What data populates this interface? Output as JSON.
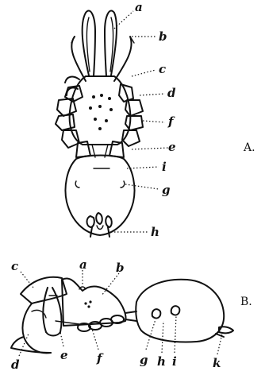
{
  "figure_a": {
    "label": "A.",
    "callouts": [
      "a",
      "b",
      "c",
      "d",
      "f",
      "e",
      "i",
      "g",
      "h"
    ]
  },
  "figure_b": {
    "label": "B.",
    "callouts": [
      "c",
      "a",
      "b",
      "d",
      "e",
      "f",
      "g",
      "h",
      "i",
      "k"
    ]
  }
}
